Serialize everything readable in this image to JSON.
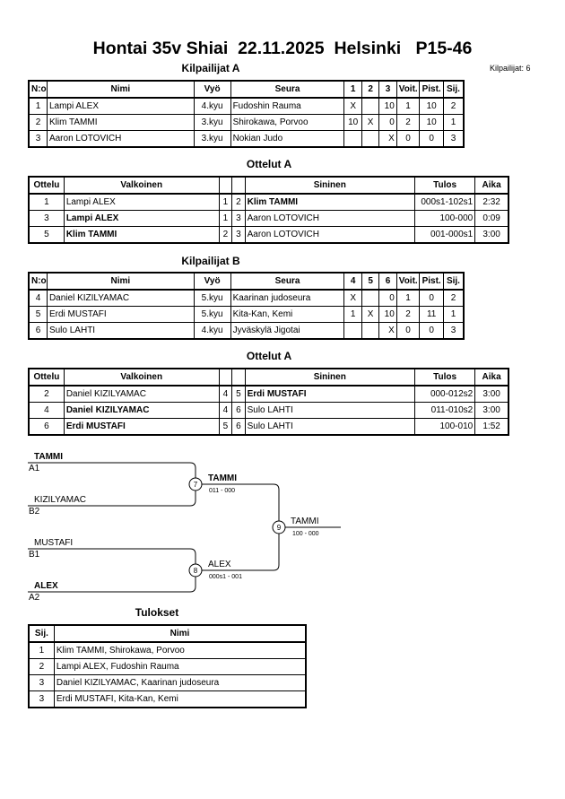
{
  "title": "Hontai 35v Shiai  22.11.2025  Helsinki   P15-46",
  "competitors_label": "Kilpailijat: 6",
  "pool_a": {
    "heading": "Kilpailijat A",
    "headers": [
      "N:o",
      "Nimi",
      "Vyö",
      "Seura",
      "1",
      "2",
      "3",
      "Voit.",
      "Pist.",
      "Sij."
    ],
    "rows": [
      [
        "1",
        "Lampi ALEX",
        "4.kyu",
        "Fudoshin Rauma",
        "X",
        "",
        "10",
        "1",
        "10",
        "2"
      ],
      [
        "2",
        "Klim TAMMI",
        "3.kyu",
        "Shirokawa, Porvoo",
        "10",
        "X",
        "0",
        "2",
        "10",
        "1"
      ],
      [
        "3",
        "Aaron LOTOVICH",
        "3.kyu",
        "Nokian Judo",
        "",
        "",
        "X",
        "0",
        "0",
        "3"
      ]
    ]
  },
  "matches_a": {
    "heading": "Ottelut A",
    "headers": [
      "Ottelu",
      "Valkoinen",
      "",
      "",
      "Sininen",
      "Tulos",
      "Aika"
    ],
    "rows": [
      [
        "1",
        "Lampi ALEX",
        "1",
        "2",
        "Klim TAMMI",
        "000s1-102s1",
        "2:32"
      ],
      [
        "3",
        "Lampi ALEX",
        "1",
        "3",
        "Aaron LOTOVICH",
        "100-000",
        "0:09"
      ],
      [
        "5",
        "Klim TAMMI",
        "2",
        "3",
        "Aaron LOTOVICH",
        "001-000s1",
        "3:00"
      ]
    ]
  },
  "pool_b": {
    "heading": "Kilpailijat B",
    "headers": [
      "N:o",
      "Nimi",
      "Vyö",
      "Seura",
      "4",
      "5",
      "6",
      "Voit.",
      "Pist.",
      "Sij."
    ],
    "rows": [
      [
        "4",
        "Daniel KIZILYAMAC",
        "5.kyu",
        "Kaarinan judoseura",
        "X",
        "",
        "0",
        "1",
        "0",
        "2"
      ],
      [
        "5",
        "Erdi MUSTAFI",
        "5.kyu",
        "Kita-Kan, Kemi",
        "1",
        "X",
        "10",
        "2",
        "11",
        "1"
      ],
      [
        "6",
        "Sulo LAHTI",
        "4.kyu",
        "Jyväskylä Jigotai",
        "",
        "",
        "X",
        "0",
        "0",
        "3"
      ]
    ]
  },
  "matches_b": {
    "heading": "Ottelut A",
    "headers": [
      "Ottelu",
      "Valkoinen",
      "",
      "",
      "Sininen",
      "Tulos",
      "Aika"
    ],
    "rows": [
      [
        "2",
        "Daniel KIZILYAMAC",
        "4",
        "5",
        "Erdi MUSTAFI",
        "000-012s2",
        "3:00"
      ],
      [
        "4",
        "Daniel KIZILYAMAC",
        "4",
        "6",
        "Sulo LAHTI",
        "011-010s2",
        "3:00"
      ],
      [
        "6",
        "Erdi MUSTAFI",
        "5",
        "6",
        "Sulo LAHTI",
        "100-010",
        "1:52"
      ]
    ]
  },
  "bracket": {
    "entries": [
      {
        "name": "TAMMI",
        "seed": "A1"
      },
      {
        "name": "KIZILYAMAC",
        "seed": "B2"
      },
      {
        "name": "MUSTAFI",
        "seed": "B1"
      },
      {
        "name": "ALEX",
        "seed": "A2"
      }
    ],
    "semis": [
      {
        "num": "7",
        "winner": "TAMMI",
        "score": "011 - 000"
      },
      {
        "num": "8",
        "winner": "ALEX",
        "score": "000s1 - 001"
      }
    ],
    "final": {
      "num": "9",
      "winner": "TAMMI",
      "score": "100 - 000"
    }
  },
  "results": {
    "heading": "Tulokset",
    "headers": [
      "Sij.",
      "Nimi"
    ],
    "rows": [
      [
        "1",
        "Klim TAMMI, Shirokawa, Porvoo"
      ],
      [
        "2",
        "Lampi ALEX, Fudoshin Rauma"
      ],
      [
        "3",
        "Daniel KIZILYAMAC, Kaarinan judoseura"
      ],
      [
        "3",
        "Erdi MUSTAFI, Kita-Kan, Kemi"
      ]
    ]
  }
}
